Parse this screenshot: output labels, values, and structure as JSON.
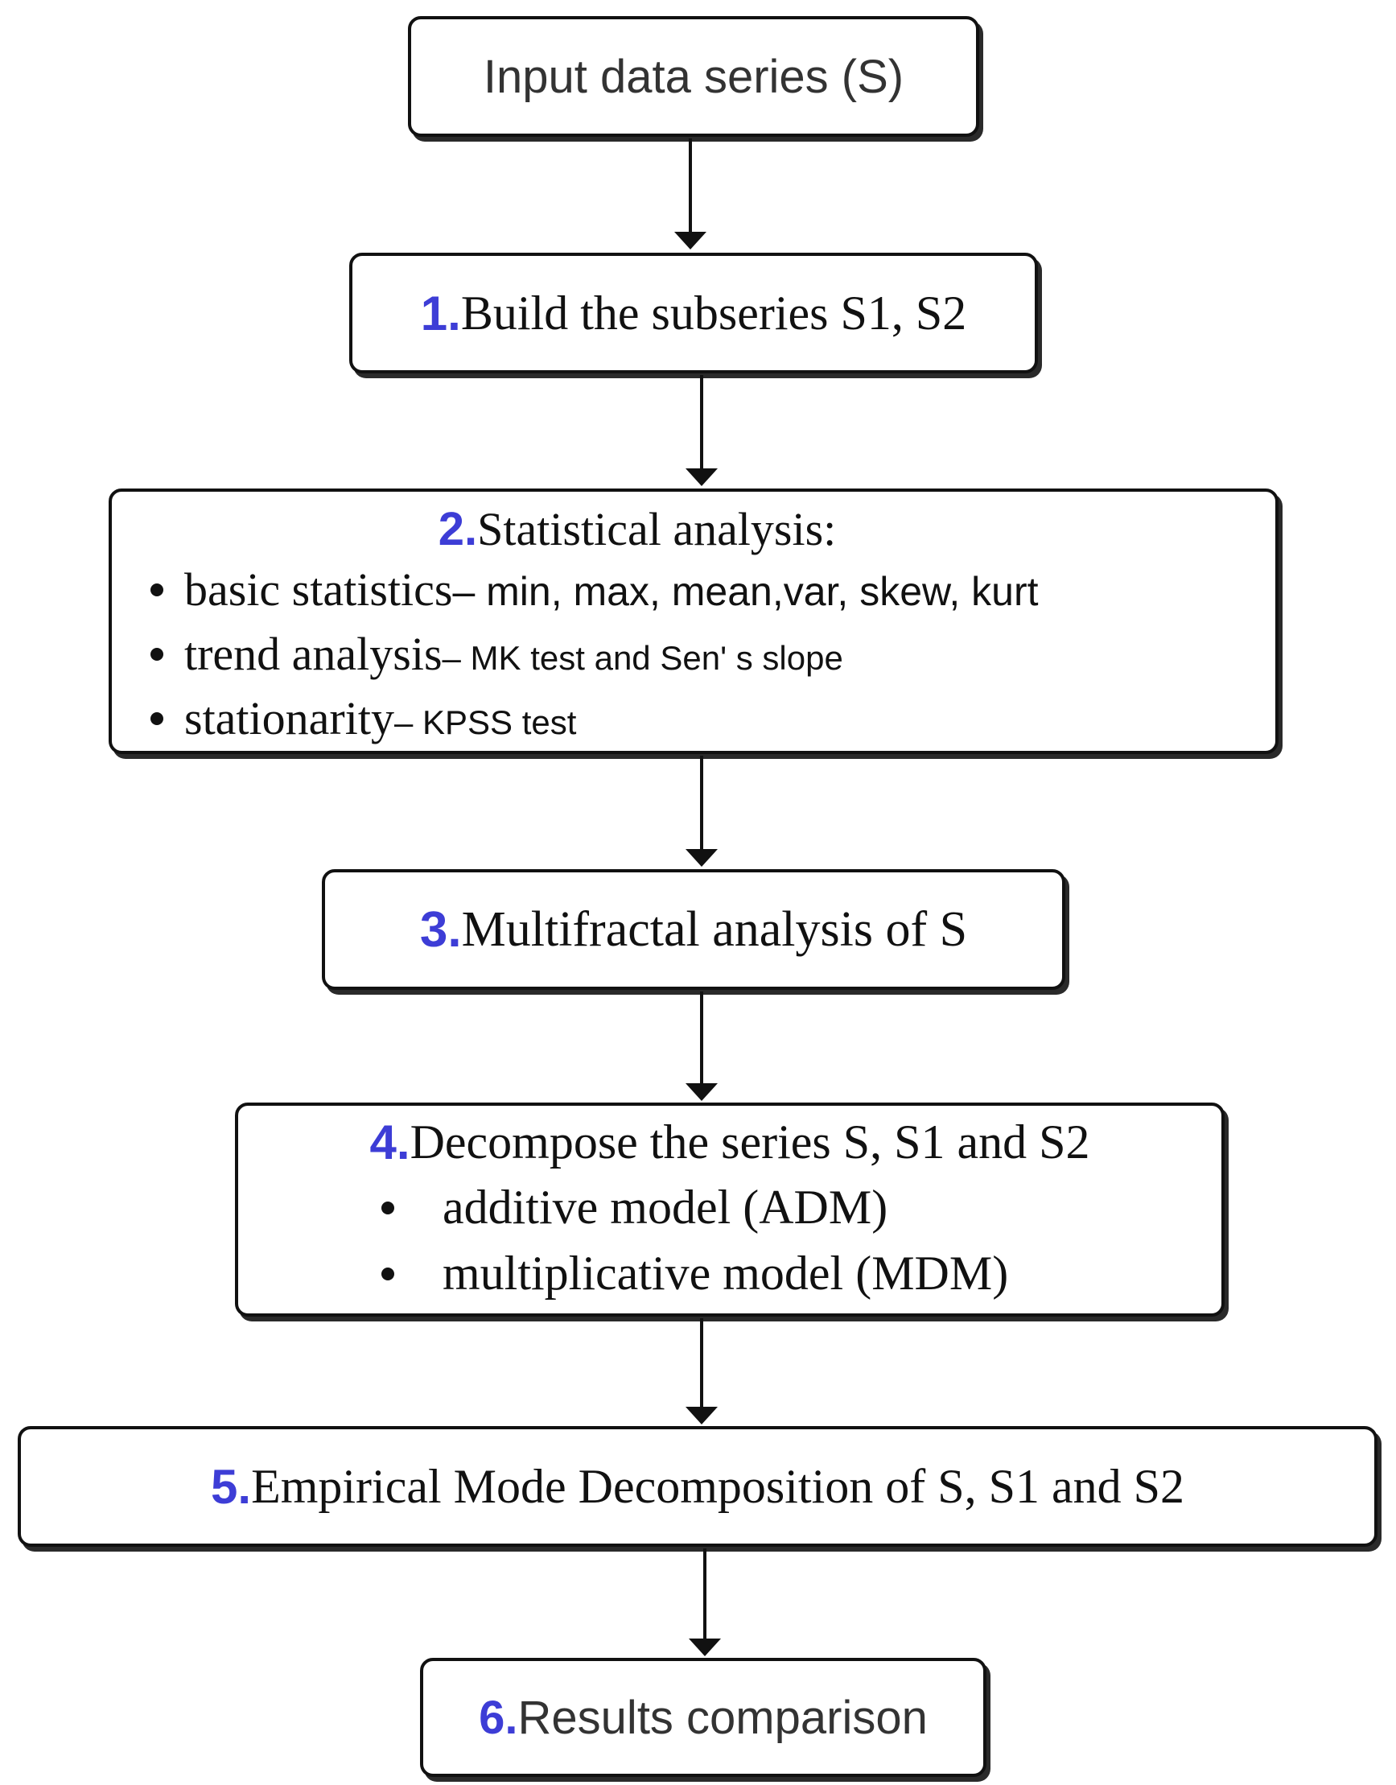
{
  "steps": {
    "input": {
      "label": "Input data series (S)"
    },
    "s1": {
      "num": "1.",
      "label": "Build  the subseries S1, S2"
    },
    "s2": {
      "num": "2.",
      "label": "Statistical analysis:",
      "items": [
        {
          "lead": "basic statistics",
          "detail": " – min, max, mean,var, skew, kurt"
        },
        {
          "lead": "trend analysis",
          "detail": " – MK test and Sen' s slope"
        },
        {
          "lead": "stationarity",
          "detail": " – KPSS test"
        }
      ]
    },
    "s3": {
      "num": "3.",
      "label": "Multifractal analysis of S"
    },
    "s4": {
      "num": "4.",
      "label": "Decompose the series S, S1 and S2",
      "items": [
        "additive model (ADM)",
        "multiplicative model (MDM)"
      ]
    },
    "s5": {
      "num": "5.",
      "label": "Empirical Mode Decomposition of S, S1 and S2"
    },
    "s6": {
      "num": "6.",
      "label": "Results comparison"
    }
  }
}
